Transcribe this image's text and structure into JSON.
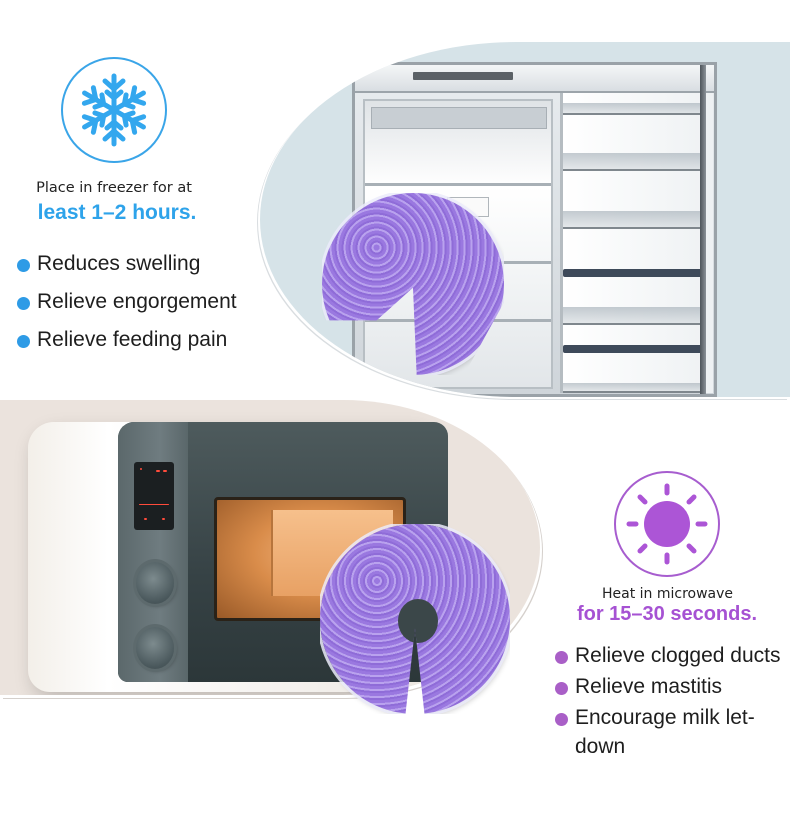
{
  "freeze_section": {
    "icon": "snowflake-icon",
    "caption": "Place in freezer for at",
    "headline": "least 1–2 hours.",
    "accent_color": "#2ea3ea",
    "benefits": [
      {
        "label": "Reduces swelling"
      },
      {
        "label": "Relieve engorgement"
      },
      {
        "label": "Relieve feeding pain"
      }
    ],
    "image": "freezer-with-gel-pad"
  },
  "heat_section": {
    "icon": "sun-icon",
    "caption": "Heat in microwave",
    "headline": "for 15–30 seconds.",
    "accent_color": "#a652d3",
    "benefits": [
      {
        "label": "Relieve clogged ducts"
      },
      {
        "label": "Relieve mastitis"
      },
      {
        "label": "Encourage milk let-down"
      }
    ],
    "image": "microwave-with-gel-pad"
  },
  "colors": {
    "freezer_panel_bg": "#d6e3e8",
    "microwave_panel_bg": "#ebe3dd",
    "gel_purple": "#9a78e0"
  }
}
